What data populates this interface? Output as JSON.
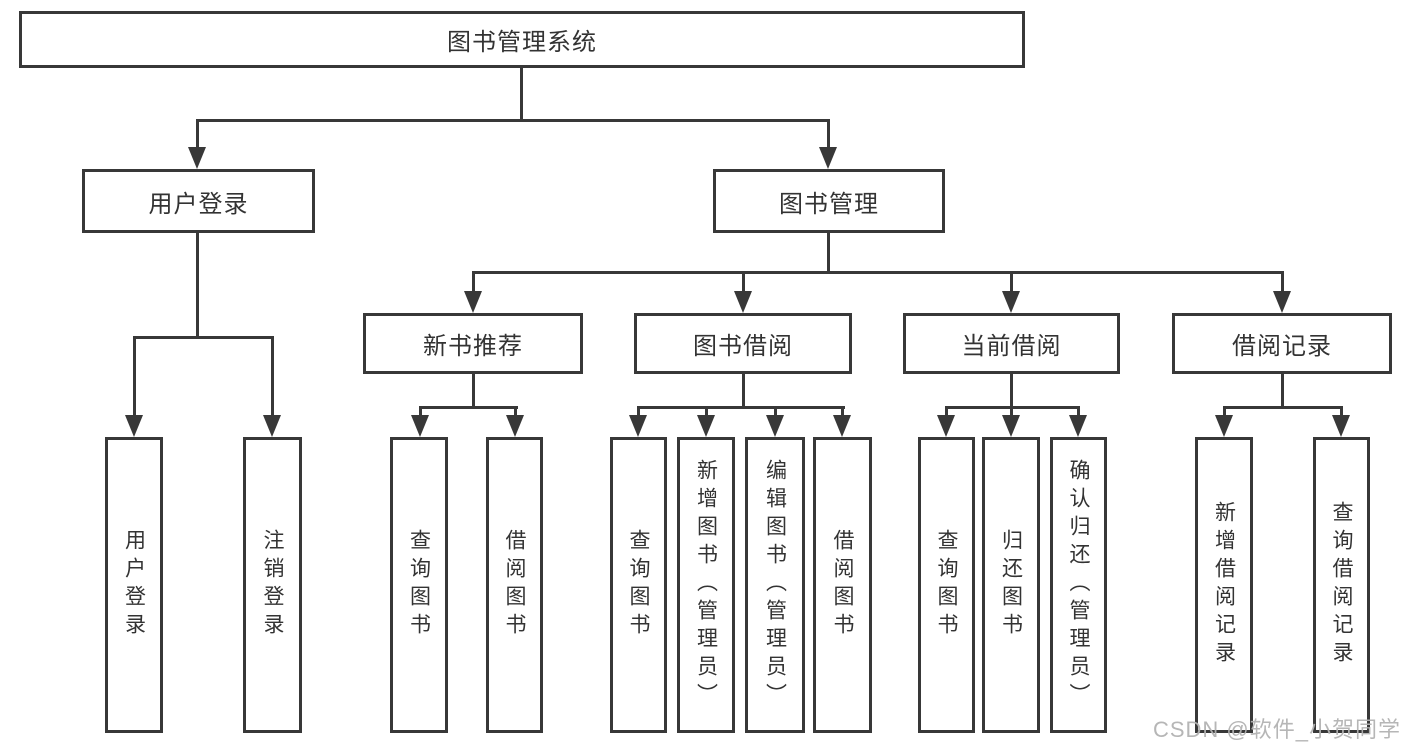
{
  "diagram": {
    "root": {
      "id": "library-management-system",
      "label": "图书管理系统"
    },
    "level2": [
      {
        "id": "user-login-module",
        "label": "用户登录",
        "parent": "library-management-system"
      },
      {
        "id": "book-management-module",
        "label": "图书管理",
        "parent": "library-management-system"
      }
    ],
    "level3": [
      {
        "id": "new-book-recommend",
        "label": "新书推荐",
        "parent": "book-management-module"
      },
      {
        "id": "book-borrow",
        "label": "图书借阅",
        "parent": "book-management-module"
      },
      {
        "id": "current-borrow",
        "label": "当前借阅",
        "parent": "book-management-module"
      },
      {
        "id": "borrow-records",
        "label": "借阅记录",
        "parent": "book-management-module"
      }
    ],
    "leaves": [
      {
        "label": "用户登录",
        "parent": "user-login-module"
      },
      {
        "label": "注销登录",
        "parent": "user-login-module"
      },
      {
        "label": "查询图书",
        "parent": "new-book-recommend"
      },
      {
        "label": "借阅图书",
        "parent": "new-book-recommend"
      },
      {
        "label": "查询图书",
        "parent": "book-borrow"
      },
      {
        "label": "新增图书（管理员）",
        "parent": "book-borrow"
      },
      {
        "label": "编辑图书（管理员）",
        "parent": "book-borrow"
      },
      {
        "label": "借阅图书",
        "parent": "book-borrow"
      },
      {
        "label": "查询图书",
        "parent": "current-borrow"
      },
      {
        "label": "归还图书",
        "parent": "current-borrow"
      },
      {
        "label": "确认归还（管理员）",
        "parent": "current-borrow"
      },
      {
        "label": "新增借阅记录",
        "parent": "borrow-records"
      },
      {
        "label": "查询借阅记录",
        "parent": "borrow-records"
      }
    ],
    "watermark": "CSDN @软件_小贺同学",
    "colors": {
      "line": "#383838",
      "box_border": "#383838",
      "text": "#333333",
      "watermark": "#b2b2b2",
      "background": "#ffffff"
    }
  }
}
